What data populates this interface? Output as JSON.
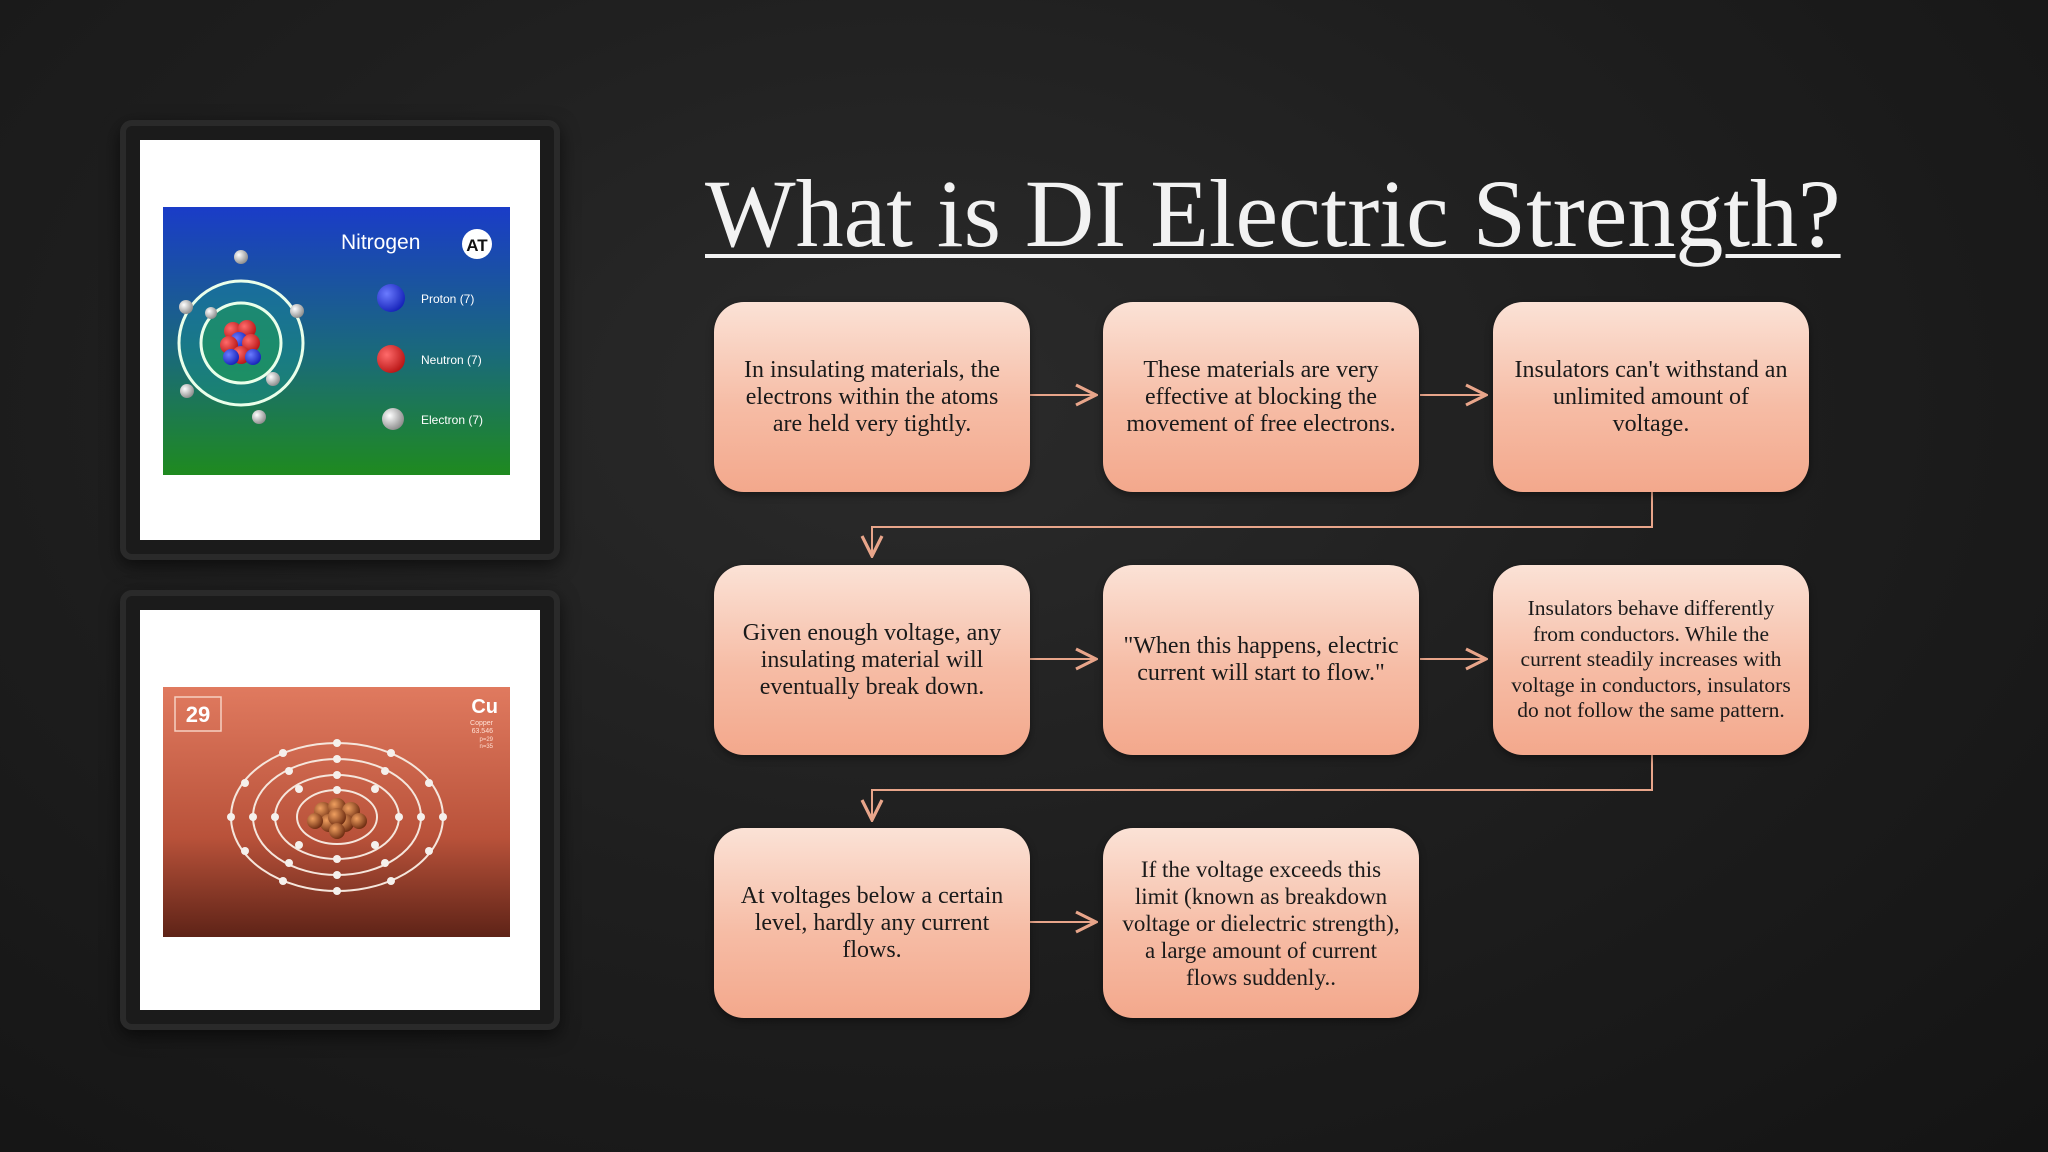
{
  "title": "What is DI Electric Strength?",
  "images": {
    "nitrogen": {
      "label": "Nitrogen",
      "badge": "AT",
      "legend": [
        "Proton (7)",
        "Neutron (7)",
        "Electron (7)"
      ],
      "colors": {
        "bg_top": "#1a3cc8",
        "bg_bottom": "#1f8a1f",
        "proton": "#2233dd",
        "neutron": "#dd2222",
        "electron": "#bbbbbb"
      }
    },
    "copper": {
      "number": "29",
      "symbol": "Cu",
      "details": [
        "Copper",
        "63.546",
        "p=29",
        "n=35"
      ]
    }
  },
  "flow": {
    "steps": [
      "In insulating materials, the electrons within the atoms are held very tightly.",
      "These materials are very effective at blocking the movement of free electrons.",
      "Insulators can't withstand an unlimited amount of voltage.",
      "Given enough voltage, any insulating material will eventually break down.",
      "\"When this happens, electric current will start to flow.\"",
      "Insulators behave differently from conductors. While the current steadily increases with voltage in conductors, insulators do not follow the same pattern.",
      "At voltages below a certain level, hardly any current flows.",
      "If the voltage exceeds this limit (known as breakdown voltage or dielectric strength), a large amount of current flows suddenly.."
    ],
    "colors": {
      "box_top": "#fbe2d6",
      "box_bottom": "#f3a88c",
      "connector": "#e8a58a"
    }
  }
}
